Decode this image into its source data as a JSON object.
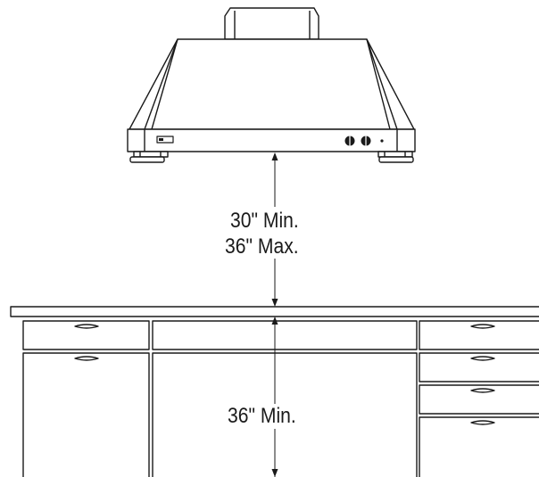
{
  "labels": {
    "hood_clearance_min": "30\" Min.",
    "hood_clearance_max": "36\" Max.",
    "counter_height_min": "36\" Min."
  },
  "colors": {
    "stroke": "#1a1a1a",
    "background": "#ffffff"
  },
  "icons": {
    "control_knob": "knob-icon",
    "indicator_light": "light-icon",
    "switch_panel": "switch-icon"
  }
}
